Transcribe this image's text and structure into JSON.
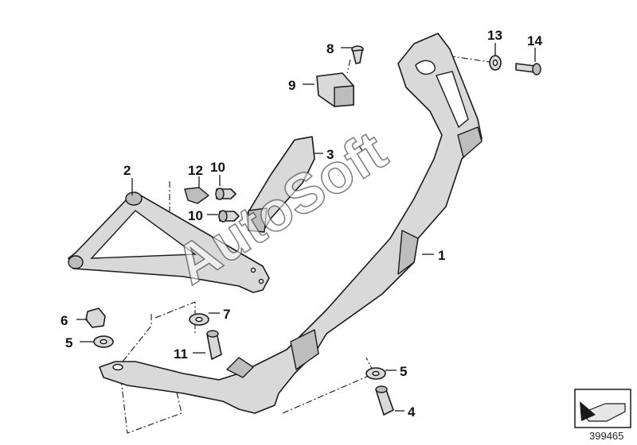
{
  "callouts": [
    {
      "id": "1",
      "label": "1"
    },
    {
      "id": "2",
      "label": "2"
    },
    {
      "id": "3",
      "label": "3"
    },
    {
      "id": "4",
      "label": "4"
    },
    {
      "id": "5a",
      "label": "5"
    },
    {
      "id": "5b",
      "label": "5"
    },
    {
      "id": "6",
      "label": "6"
    },
    {
      "id": "7",
      "label": "7"
    },
    {
      "id": "8",
      "label": "8"
    },
    {
      "id": "9",
      "label": "9"
    },
    {
      "id": "10a",
      "label": "10"
    },
    {
      "id": "10b",
      "label": "10"
    },
    {
      "id": "11",
      "label": "11"
    },
    {
      "id": "12",
      "label": "12"
    },
    {
      "id": "13",
      "label": "13"
    },
    {
      "id": "14",
      "label": "14"
    }
  ],
  "watermark": "AutoSoft",
  "reference_number": "399465",
  "icons": {
    "nav_arrow": "arrow-icon"
  }
}
